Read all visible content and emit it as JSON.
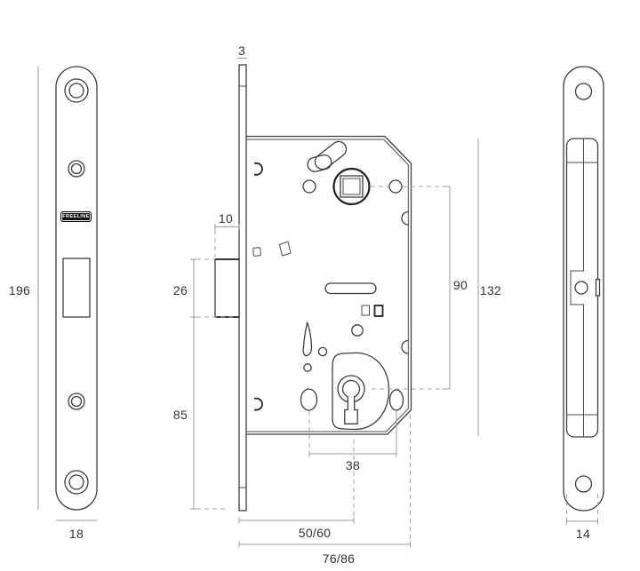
{
  "drawing": {
    "brand_label": "FREELINE",
    "dimensions": {
      "plate_height": "196",
      "plate_width": "18",
      "faceplate_thickness": "3",
      "latch_protrusion": "10",
      "latch_section_height": "26",
      "lower_section": "85",
      "follower_to_cylinder": "90",
      "case_height": "132",
      "cylinder_hole_spacing": "38",
      "backset": "50/60",
      "case_depth": "76/86",
      "side_width": "14"
    }
  }
}
